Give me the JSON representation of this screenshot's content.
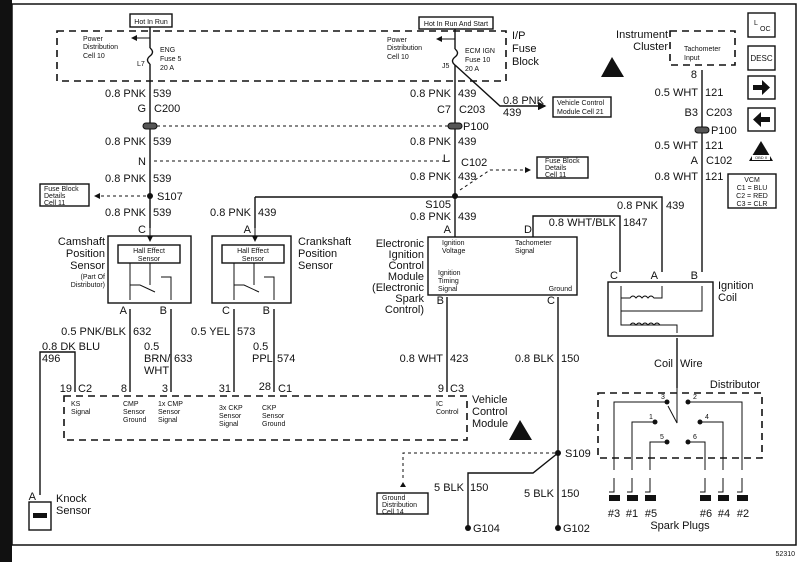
{
  "diagram_id": "52310",
  "headers": {
    "hot_in_run": "Hot In Run",
    "hot_in_run_and_start": "Hot In Run And Start"
  },
  "fuse_block": {
    "power_dist_left": [
      "Power",
      "Distribution",
      "Cell 10"
    ],
    "eng_fuse": [
      "ENG",
      "Fuse 5",
      "20 A"
    ],
    "l7": "L7",
    "power_dist_right": [
      "Power",
      "Distribution",
      "Cell 10"
    ],
    "ecm_fuse": [
      "ECM IGN",
      "Fuse 10",
      "20 A"
    ],
    "j5": "J5",
    "name": [
      "I/P",
      "Fuse",
      "Block"
    ]
  },
  "left_circuit": {
    "wire": "0.8 PNK",
    "circuit": "539",
    "c200": "G",
    "c200_name": "C200",
    "n": "N",
    "s107": "S107",
    "pin_c": "C"
  },
  "center_circuit": {
    "wire": "0.8 PNK",
    "circuit": "439",
    "c203": "C7",
    "c203_name": "C203",
    "p100": "P100",
    "l": "L",
    "c102": "C102",
    "s105": "S105",
    "pin_a": "A",
    "vcm_wire": "0.8 PNK",
    "vcm_circuit": "439"
  },
  "refs": {
    "vcm_cell21": [
      "Vehicle Control",
      "Module Cell 21"
    ],
    "fuse_block_details_right": [
      "Fuse Block",
      "Details",
      "Cell 11"
    ],
    "fuse_block_details_left": [
      "Fuse Block",
      "Details",
      "Cell 11"
    ],
    "ground_dist": [
      "Ground",
      "Distribution",
      "Cell 14"
    ]
  },
  "tach_circuit": {
    "pin": "8",
    "wire1": "0.5 WHT",
    "circuit": "121",
    "c203": "B3",
    "c203_name": "C203",
    "p100": "P100",
    "c102": "A",
    "c102_name": "C102",
    "wire2": "0.8 WHT"
  },
  "instrument_cluster": {
    "label": [
      "Instrument",
      "Cluster"
    ],
    "input": [
      "Tachometer",
      "Input"
    ]
  },
  "side_icons": {
    "loc": "LOC",
    "desc": "DESC",
    "next": "arrow-right",
    "prev": "arrow-left",
    "obd": "OBD II",
    "vcm_legend": [
      "VCM",
      "C1 = BLU",
      "C2 = RED",
      "C3 = CLR"
    ]
  },
  "camshaft": {
    "label": [
      "Camshaft",
      "Position",
      "Sensor"
    ],
    "sub": [
      "(Part Of",
      "Distributor)"
    ],
    "hall": [
      "Hall Effect",
      "Sensor"
    ],
    "pin_a": "A",
    "pin_b": "B"
  },
  "crankshaft": {
    "label": [
      "Crankshaft",
      "Position",
      "Sensor"
    ],
    "hall": [
      "Hall Effect",
      "Sensor"
    ],
    "pin_c": "C",
    "pin_b": "B",
    "pin_a": "A",
    "wire": "0.8 PNK",
    "circuit": "439"
  },
  "sensor_wires": {
    "w632": "0.5 PNK/BLK",
    "c632": "632",
    "w633": [
      "0.5",
      "BRN/",
      "WHT"
    ],
    "c633": "633",
    "w573": "0.5 YEL",
    "c573": "573",
    "w574": [
      "0.5",
      "PPL"
    ],
    "c574": "574",
    "w496": "0.8 DK BLU",
    "c496": "496"
  },
  "vcm": {
    "label": [
      "Vehicle",
      "Control",
      "Module"
    ],
    "pins": [
      {
        "num": "19",
        "conn": "C2",
        "label": [
          "KS",
          "Signal"
        ]
      },
      {
        "num": "8",
        "conn": "",
        "label": [
          "CMP",
          "Sensor",
          "Ground"
        ]
      },
      {
        "num": "3",
        "conn": "",
        "label": [
          "1x CMP",
          "Sensor",
          "Signal"
        ]
      },
      {
        "num": "31",
        "conn": "",
        "label": [
          "3x CKP",
          "Sensor",
          "Signal"
        ]
      },
      {
        "num": "28",
        "conn": "C1",
        "label": [
          "CKP",
          "Sensor",
          "Ground"
        ]
      },
      {
        "num": "9",
        "conn": "C3",
        "label": [
          "IC",
          "Control"
        ]
      }
    ]
  },
  "knock_sensor": {
    "label": [
      "Knock",
      "Sensor"
    ],
    "pin": "A"
  },
  "eicm": {
    "label": [
      "Electronic",
      "Ignition",
      "Control",
      "Module",
      "(Electronic",
      "Spark",
      "Control)"
    ],
    "ign_voltage": [
      "Ignition",
      "Voltage"
    ],
    "tach_signal": [
      "Tachometer",
      "Signal"
    ],
    "timing": [
      "Ignition",
      "Timing",
      "Signal"
    ],
    "ground": "Ground",
    "pin_a": "A",
    "pin_d": "D",
    "pin_b": "B",
    "pin_c": "C",
    "w1847": "0.8 WHT/BLK",
    "c1847": "1847",
    "w423": "0.8 WHT",
    "c423": "423",
    "w150": "0.8 BLK",
    "c150": "150"
  },
  "coil": {
    "label": [
      "Ignition",
      "Coil"
    ],
    "pin_c": "C",
    "pin_a": "A",
    "pin_b": "B",
    "wire_l": "Coil",
    "wire_r": "Wire"
  },
  "coil_feed": {
    "wire": "0.8 PNK",
    "circuit": "439"
  },
  "distributor": {
    "label": "Distributor",
    "terminals": [
      "3",
      "2",
      "1",
      "4",
      "5",
      "6"
    ]
  },
  "spark_plugs": {
    "label": "Spark Plugs",
    "numbers": [
      "#3",
      "#1",
      "#5",
      "#6",
      "#4",
      "#2"
    ]
  },
  "grounds": {
    "s109": "S109",
    "w_left": "5 BLK",
    "c_left": "150",
    "w_right": "5 BLK",
    "c_right": "150",
    "g104": "G104",
    "g102": "G102"
  }
}
